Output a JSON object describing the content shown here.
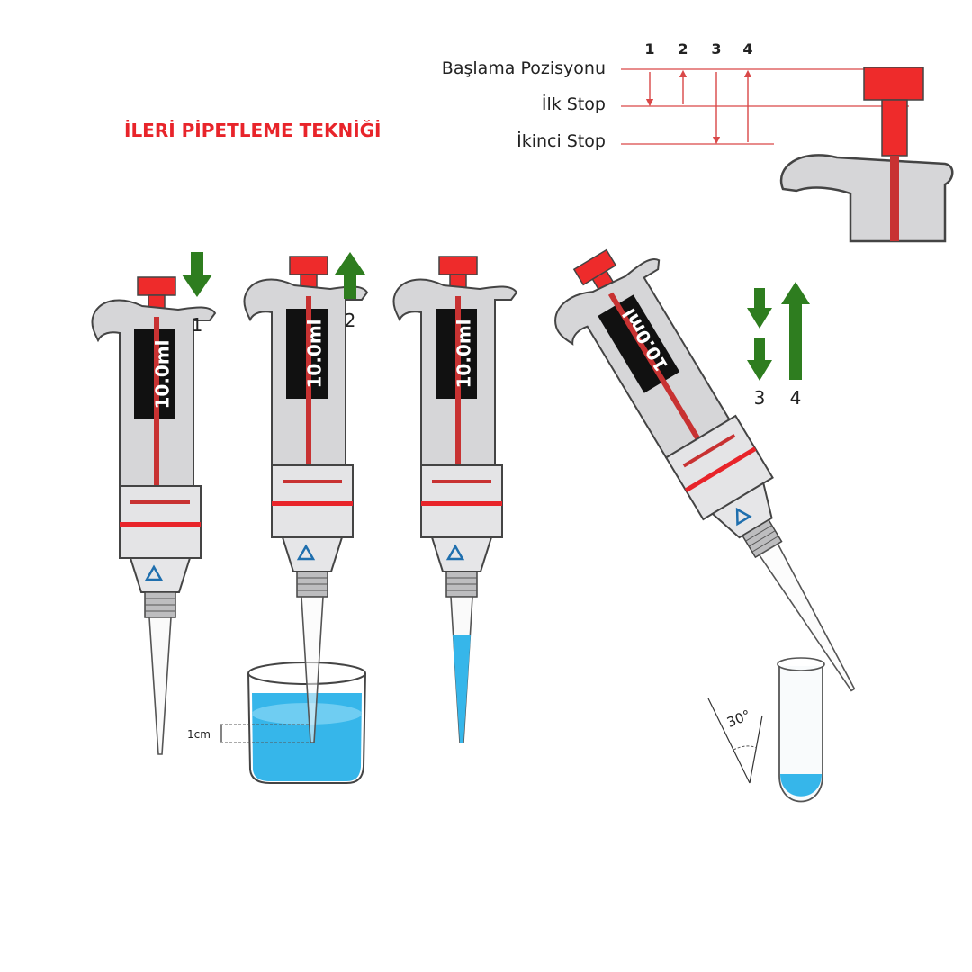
{
  "title": "İLERİ PİPETLEME TEKNİĞİ",
  "positions": {
    "start": "Başlama Pozisyonu",
    "first_stop": "İlk Stop",
    "second_stop": "İkinci Stop",
    "step_numbers": [
      "1",
      "2",
      "3",
      "4"
    ]
  },
  "pipette": {
    "volume_label": "10.0ml"
  },
  "steps": {
    "step1": "1",
    "step2": "2",
    "step3": "3",
    "step4": "4"
  },
  "annotations": {
    "immersion_depth": "1cm",
    "angle": "30°"
  },
  "colors": {
    "plunger": "#ee2b2b",
    "arrow_green": "#2e7d1f",
    "liquid": "#36b6ea",
    "title_red": "#e8242a",
    "guide_line": "#d94848",
    "body_gray": "#d6d6d8",
    "outline": "#444444"
  }
}
